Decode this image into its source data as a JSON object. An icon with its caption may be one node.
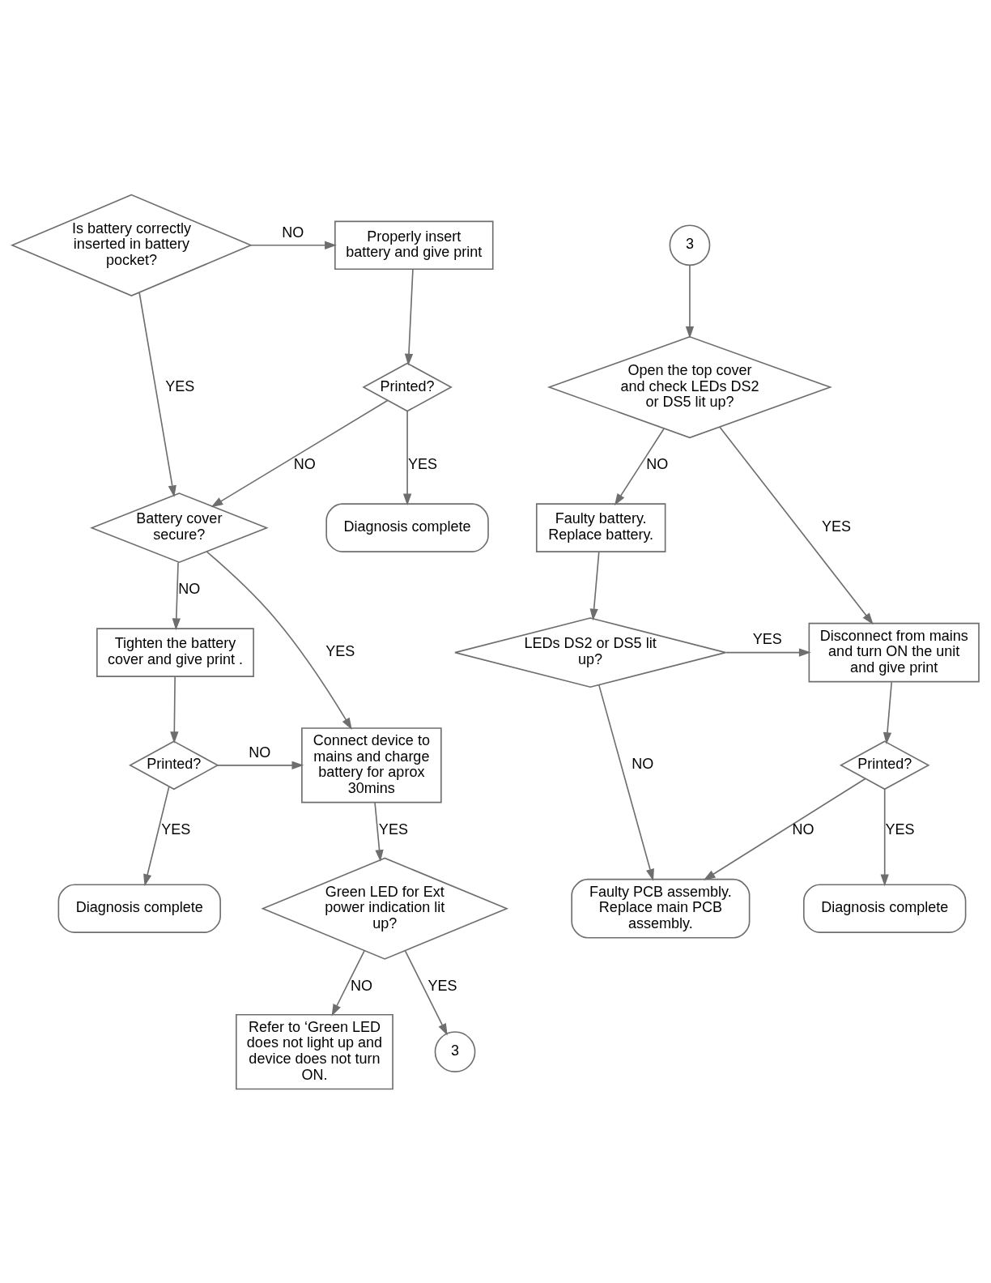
{
  "diagram": {
    "nodes": [
      {
        "text": [
          "Is battery correctly inserted in battery pocket?"
        ]
      },
      {
        "text": [
          "Properly insert battery and give print"
        ]
      },
      {
        "text": [
          "Printed?"
        ]
      },
      {
        "text": [
          "Diagnosis complete"
        ]
      },
      {
        "text": [
          "Battery cover secure?"
        ]
      },
      {
        "text": [
          "Tighten the battery cover and give print ."
        ]
      },
      {
        "text": [
          "Printed?"
        ]
      },
      {
        "text": [
          "Diagnosis complete"
        ]
      },
      {
        "text": [
          "Connect device to mains and charge battery for aprox 30mins"
        ]
      },
      {
        "text": [
          "Green LED for Ext power indication lit up?"
        ]
      },
      {
        "text": [
          "Refer to ‘Green LED does not light up and device does not turn ON."
        ]
      },
      {
        "text": [
          "3"
        ]
      },
      {
        "text": [
          "3"
        ]
      },
      {
        "text": [
          "Open the top cover and check LEDs DS2 or DS5 lit up?"
        ]
      },
      {
        "text": [
          "Faulty battery. Replace battery."
        ]
      },
      {
        "text": [
          "LEDs DS2 or DS5 lit up?"
        ]
      },
      {
        "text": [
          "Disconnect from mains and turn ON the unit and give print"
        ]
      },
      {
        "text": [
          "Printed?"
        ]
      },
      {
        "text": [
          "Diagnosis complete"
        ]
      },
      {
        "text": [
          "Faulty PCB assembly. Replace main PCB assembly."
        ]
      }
    ],
    "edges": [
      {
        "from": 0,
        "to": 1,
        "arrow": "to",
        "label": "NO"
      },
      {
        "from": 0,
        "to": 4,
        "arrow": "to",
        "label": "YES"
      },
      {
        "from": 1,
        "to": 2,
        "arrow": "to"
      },
      {
        "from": 2,
        "to": 3,
        "arrow": "to",
        "label": "YES"
      },
      {
        "from": 2,
        "to": 4,
        "arrow": "to",
        "label": "NO"
      },
      {
        "from": 4,
        "to": 5,
        "arrow": "to",
        "label": "NO"
      },
      {
        "from": 4,
        "to": 8,
        "arrow": "to",
        "label": "YES"
      },
      {
        "from": 5,
        "to": 6,
        "arrow": "to"
      },
      {
        "from": 6,
        "to": 7,
        "arrow": "to",
        "label": "YES"
      },
      {
        "from": 6,
        "to": 8,
        "arrow": "to",
        "label": "NO"
      },
      {
        "from": 8,
        "to": 9,
        "arrow": "to",
        "label": "YES"
      },
      {
        "from": 9,
        "to": 10,
        "arrow": "to",
        "label": "NO"
      },
      {
        "from": 9,
        "to": 11,
        "arrow": "to",
        "label": "YES"
      },
      {
        "from": 12,
        "to": 13,
        "arrow": "to"
      },
      {
        "from": 13,
        "to": 14,
        "arrow": "to",
        "label": "NO"
      },
      {
        "from": 13,
        "to": 16,
        "arrow": "to",
        "label": "YES"
      },
      {
        "from": 14,
        "to": 15,
        "arrow": "to"
      },
      {
        "from": 15,
        "to": 16,
        "arrow": "to",
        "label": "YES"
      },
      {
        "from": 15,
        "to": 19,
        "arrow": "to",
        "label": "NO"
      },
      {
        "from": 16,
        "to": 17,
        "arrow": "to"
      },
      {
        "from": 17,
        "to": 18,
        "arrow": "to",
        "label": "YES"
      },
      {
        "from": 17,
        "to": 19,
        "arrow": "to",
        "label": "NO"
      }
    ]
  }
}
